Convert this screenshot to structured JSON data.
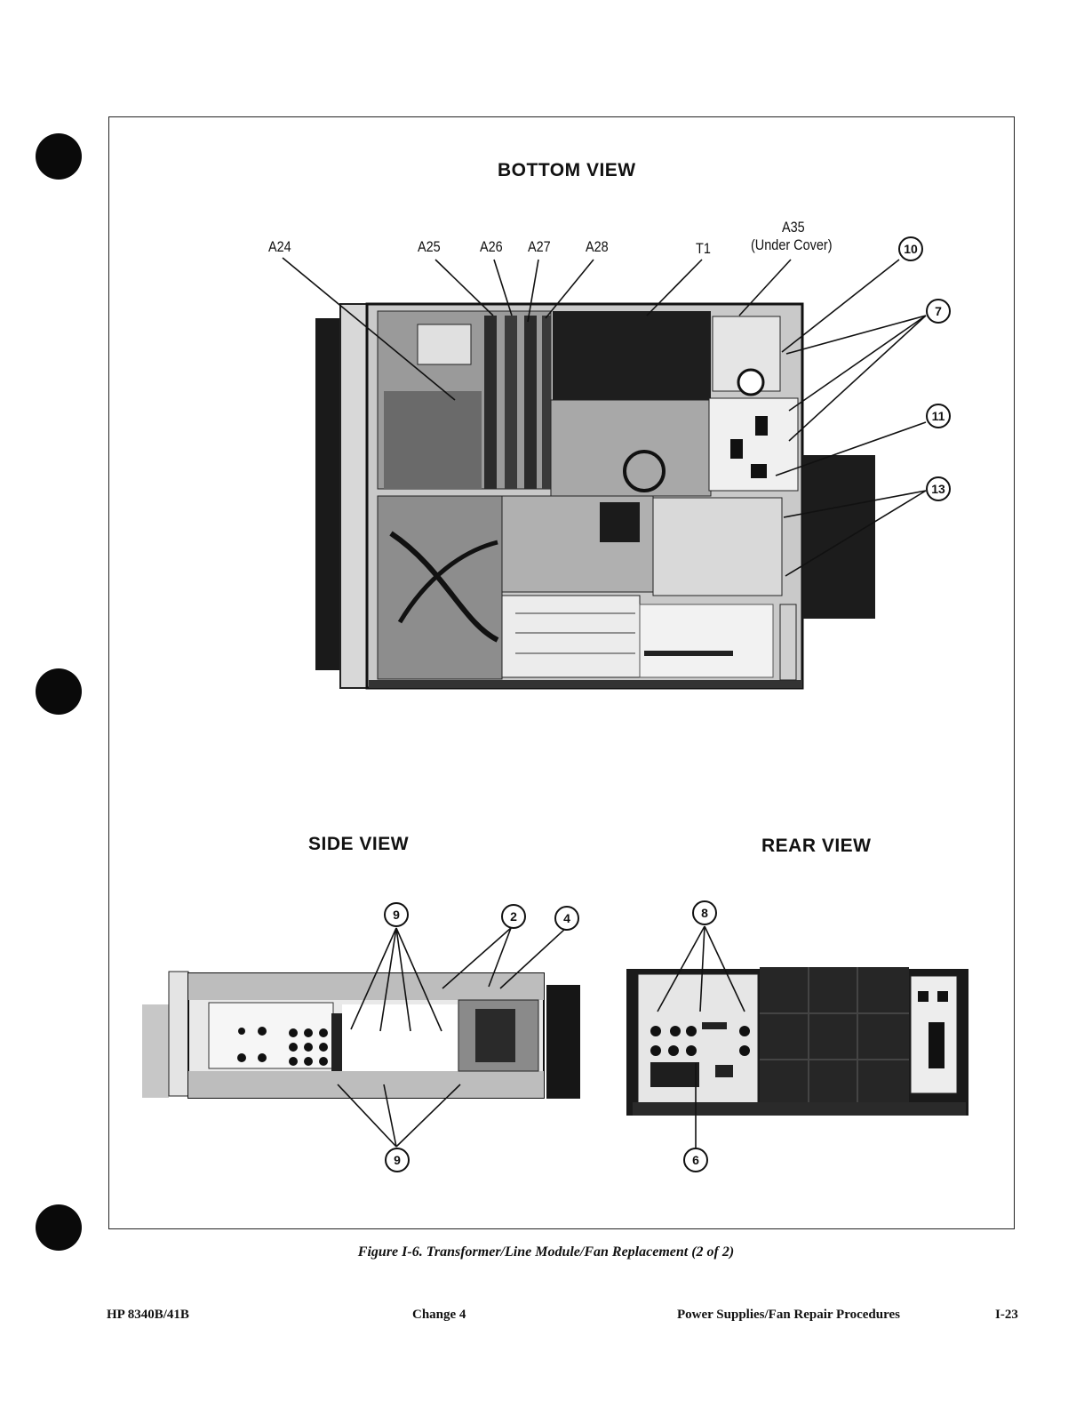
{
  "figure": {
    "bottom_view_title": "BOTTOM VIEW",
    "side_view_title": "SIDE VIEW",
    "rear_view_title": "REAR VIEW",
    "labels": {
      "a24": "A24",
      "a25": "A25",
      "a26": "A26",
      "a27": "A27",
      "a28": "A28",
      "t1": "T1",
      "a35": "A35",
      "a35_note": "(Under Cover)"
    },
    "callouts": {
      "c10": "10",
      "c7": "7",
      "c11": "11",
      "c13": "13",
      "c9_top": "9",
      "c2": "2",
      "c4": "4",
      "c8": "8",
      "c9_bottom": "9",
      "c6": "6"
    }
  },
  "caption": "Figure I-6.  Transformer/Line Module/Fan Replacement (2 of 2)",
  "footer": {
    "model": "HP 8340B/41B",
    "change": "Change 4",
    "section": "Power Supplies/Fan Repair Procedures",
    "page": "I-23"
  }
}
